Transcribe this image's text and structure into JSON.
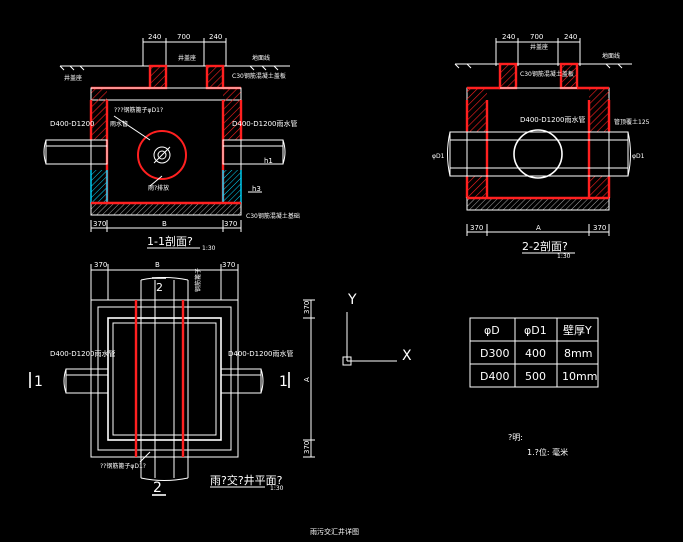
{
  "section11": {
    "dim_left": "240",
    "dim_mid": "700",
    "dim_right": "240",
    "label_top_right": "地面线",
    "label_top_left_small": "井盖座",
    "label_cover": "C30钢筋混凝土盖板",
    "label_left_pipe": "D400-D1200",
    "label_left_pipe_suffix": "雨水管",
    "label_right_pipe": "D400-D1200雨水管",
    "label_grate": "???钢筋篦子φD1?",
    "label_outlet": "雨?排放",
    "label_h1": "h1",
    "label_h3": "h3",
    "label_base": "C30钢筋混凝土基础",
    "dim_bottom_left": "370",
    "dim_bottom_mid": "B",
    "dim_bottom_right": "370",
    "title": "1-1剖面?",
    "scale": "1:30"
  },
  "section22": {
    "dim_left": "240",
    "dim_mid": "700",
    "dim_right": "240",
    "label_top": "井盖座",
    "label_top_right": "地面线",
    "label_cover": "C30钢筋混凝土盖板",
    "label_pipe": "D400-D1200雨水管",
    "label_right_depth": "管顶覆土125",
    "label_left_d": "φD1",
    "label_right_d": "φD1",
    "dim_bottom_left": "370",
    "dim_bottom_mid": "A",
    "dim_bottom_right": "370",
    "title": "2-2剖面?",
    "scale": "1:30"
  },
  "plan": {
    "dim_left": "370",
    "dim_mid": "B",
    "dim_right": "370",
    "label_top_pipe": "钢筋篦子",
    "label_left_pipe": "D400-D1200雨水管",
    "label_right_pipe": "D400-D1200雨水管",
    "label_grate": "??钢筋篦子φD1?",
    "dim_side_top": "370",
    "dim_side_mid": "A",
    "dim_side_bottom": "370",
    "cut1_left": "1",
    "cut1_right": "1",
    "cut2_top": "2",
    "cut2_bottom": "2",
    "title": "雨?交?井平面?",
    "scale": "1:30"
  },
  "axes": {
    "y_label": "Y",
    "x_label": "X"
  },
  "table": {
    "headers": [
      "φD",
      "φD1",
      "壁厚Y"
    ],
    "rows": [
      [
        "D300",
        "400",
        "8mm"
      ],
      [
        "D400",
        "500",
        "10mm"
      ]
    ]
  },
  "notes": {
    "heading": "?明:",
    "line1": "1.?位: 毫米"
  },
  "drawing_title": "雨污交汇井详图"
}
